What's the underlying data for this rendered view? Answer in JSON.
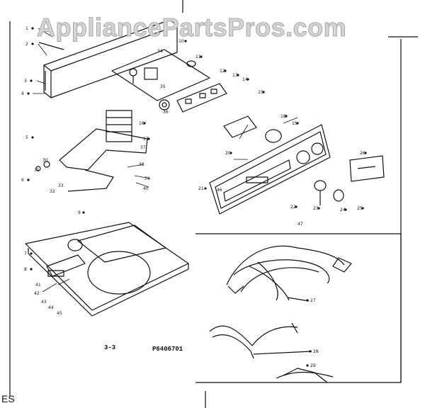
{
  "watermark": "AppliancePartsPros.com",
  "diagram_code": "P6406701",
  "section_ref": "3-3",
  "edge_fragment": "ES",
  "callouts": [
    "1",
    "2",
    "3",
    "4",
    "5",
    "6",
    "7",
    "8",
    "9",
    "10",
    "11",
    "12",
    "13",
    "14",
    "15",
    "16",
    "17",
    "18",
    "19",
    "20",
    "21",
    "22",
    "23",
    "24",
    "25",
    "26",
    "27",
    "28",
    "29",
    "30",
    "31",
    "32",
    "33",
    "34",
    "35",
    "36",
    "37",
    "38",
    "39",
    "40",
    "41",
    "42",
    "43",
    "44",
    "45",
    "46",
    "47"
  ]
}
